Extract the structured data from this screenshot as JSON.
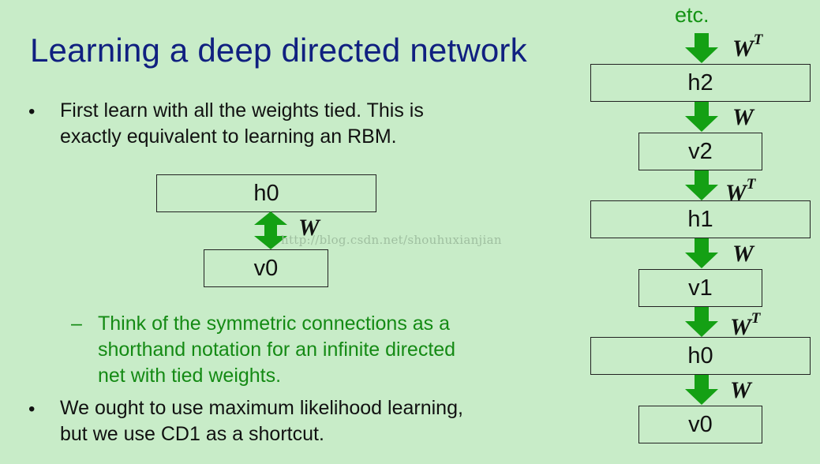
{
  "slide": {
    "title": "Learning a deep directed network",
    "bullets": [
      {
        "marker": "•",
        "lines": [
          "First learn with all the weights tied. This is",
          "exactly equivalent to learning an RBM."
        ]
      },
      {
        "marker": "•",
        "lines": [
          "We ought to use maximum likelihood learning,",
          "but we use CD1 as a shortcut."
        ]
      }
    ],
    "sub_bullet": {
      "marker": "–",
      "lines": [
        "Think of the symmetric connections as a",
        "shorthand notation for an infinite directed",
        "net with tied weights."
      ]
    },
    "watermark": "http://blog.csdn.net/shouhuxianjian"
  },
  "rbm_diagram": {
    "top_box": "h0",
    "bottom_box": "v0",
    "weight_label": "W"
  },
  "directed_stack": {
    "etc_label": "etc.",
    "weight_symbol": "W",
    "transpose_symbol": "T",
    "boxes": [
      "h2",
      "v2",
      "h1",
      "v1",
      "h0",
      "v0"
    ]
  },
  "colors": {
    "background": "#c8ecc8",
    "title": "#102080",
    "sub_text": "#148a14",
    "arrow_green": "#14a014",
    "etc_green": "#149314"
  }
}
